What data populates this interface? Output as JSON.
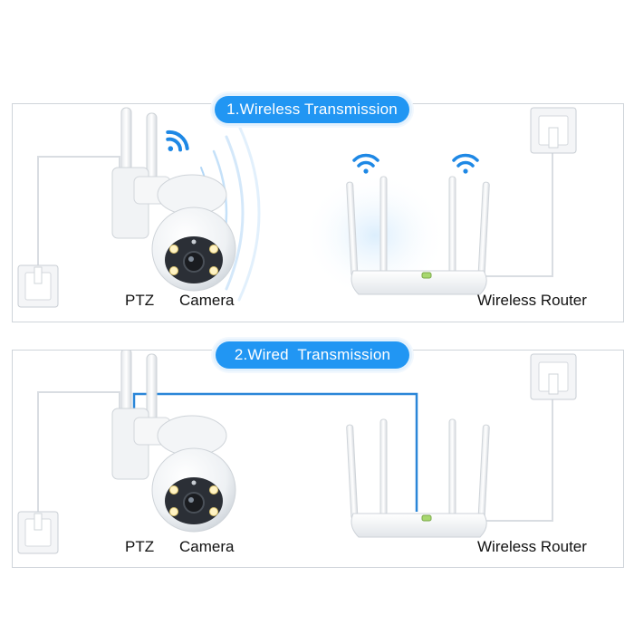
{
  "sections": [
    {
      "title": "1.Wireless Transmission",
      "labels": {
        "ptz": "PTZ",
        "camera": "Camera",
        "router": "Wireless Router"
      }
    },
    {
      "title": "2.Wired  Transmission",
      "labels": {
        "ptz": "PTZ",
        "camera": "Camera",
        "router": "Wireless Router"
      }
    }
  ],
  "colors": {
    "accent": "#2196f3",
    "cable": "#2a86d8",
    "wire": "#d9dde2",
    "panel_border": "#cfd4da"
  },
  "icons": {
    "wifi_icon": "wifi-icon",
    "outlet_icon": "power-outlet-icon",
    "camera_icon": "ptz-camera-icon",
    "router_icon": "router-icon"
  }
}
